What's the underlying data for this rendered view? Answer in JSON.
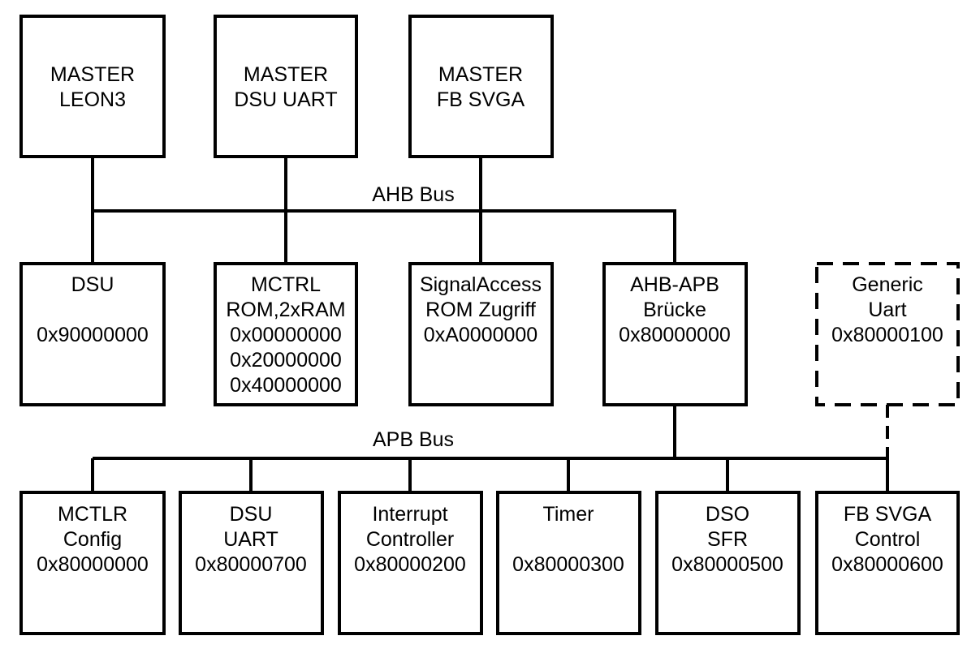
{
  "masters": [
    {
      "lines": [
        "MASTER",
        "LEON3"
      ]
    },
    {
      "lines": [
        "MASTER",
        "DSU UART"
      ]
    },
    {
      "lines": [
        "MASTER",
        "FB SVGA"
      ]
    }
  ],
  "ahb_bus_label": "AHB Bus",
  "ahb_slaves": [
    {
      "lines": [
        "DSU",
        "",
        "0x90000000"
      ]
    },
    {
      "lines": [
        "MCTRL",
        "ROM,2xRAM",
        "0x00000000",
        "0x20000000",
        "0x40000000"
      ]
    },
    {
      "lines": [
        "SignalAccess",
        "ROM Zugriff",
        "0xA0000000"
      ]
    },
    {
      "lines": [
        "AHB-APB",
        "Brücke",
        "0x80000000"
      ]
    }
  ],
  "generic_uart": {
    "lines": [
      "Generic",
      "Uart",
      "0x80000100"
    ]
  },
  "apb_bus_label": "APB Bus",
  "apb_slaves": [
    {
      "lines": [
        "MCTLR",
        "Config",
        "0x80000000"
      ]
    },
    {
      "lines": [
        "DSU",
        "UART",
        "0x80000700"
      ]
    },
    {
      "lines": [
        "Interrupt",
        "Controller",
        "0x80000200"
      ]
    },
    {
      "lines": [
        "Timer",
        "",
        "0x80000300"
      ]
    },
    {
      "lines": [
        "DSO",
        "SFR",
        "0x80000500"
      ]
    },
    {
      "lines": [
        "FB SVGA",
        "Control",
        "0x80000600"
      ]
    }
  ]
}
